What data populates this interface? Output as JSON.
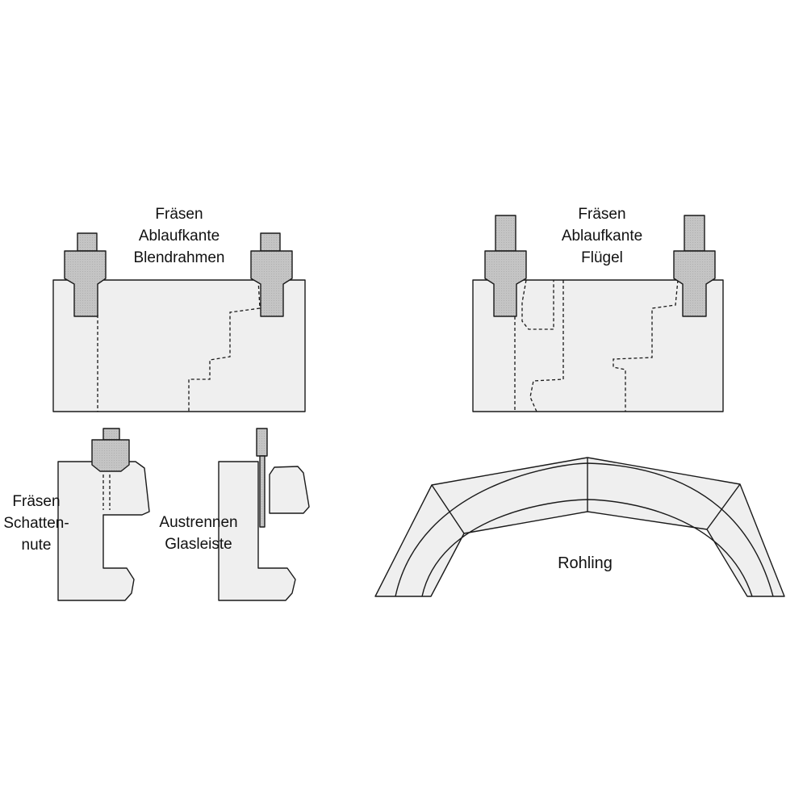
{
  "colors": {
    "workpiece_fill": "#efefef",
    "tool_fill": "#c4c4c4",
    "stroke": "#1a1a1a",
    "background": "#ffffff"
  },
  "labels": {
    "blendrahmen": [
      "Fräsen",
      "Ablaufkante",
      "Blendrahmen"
    ],
    "fluegel": [
      "Fräsen",
      "Ablaufkante",
      "Flügel"
    ],
    "schattennute": [
      "Fräsen",
      "Schatten-",
      "nute"
    ],
    "glasleiste": [
      "Austrennen",
      "Glasleiste"
    ],
    "rohling": "Rohling"
  },
  "icons": {
    "tool": "milling-cutter-icon",
    "workpiece": "timber-profile-icon"
  }
}
